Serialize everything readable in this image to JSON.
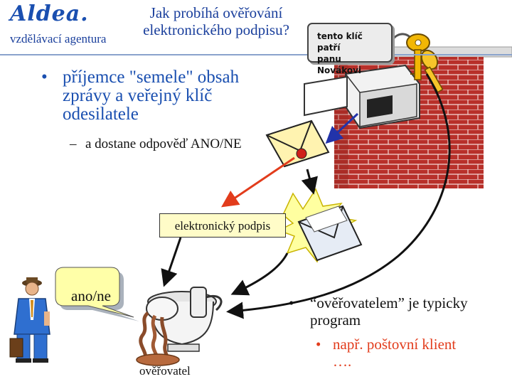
{
  "header": {
    "logo": "Aldea.",
    "agency": "vzdělávací agentura",
    "title_line1": "Jak probíhá ověřování",
    "title_line2": "elektronického podpisu?"
  },
  "key_tag": {
    "line1": "tento klíč patří",
    "line2": "panu Novákovi"
  },
  "bullet1": {
    "marker": "•",
    "text": "příjemce \"semele\" obsah zprávy a veřejný klíč odesilatele",
    "sub_marker": "–",
    "sub_text": "a dostane odpověď ANO/NE"
  },
  "signature_label": "elektronický podpis",
  "speech_bubble": "ano/ne",
  "verifier_label": "ověřovatel",
  "bullet2": {
    "marker": "•",
    "text": "“ověřovatelem” je typicky program",
    "sub_marker": "•",
    "sub_text": "např. poštovní klient",
    "sub_continuation": "…."
  },
  "colors": {
    "title": "#1a3f9c",
    "accent_red": "#e23c1c",
    "brick": "#b8302a",
    "signature_box": "#fffcc8"
  }
}
